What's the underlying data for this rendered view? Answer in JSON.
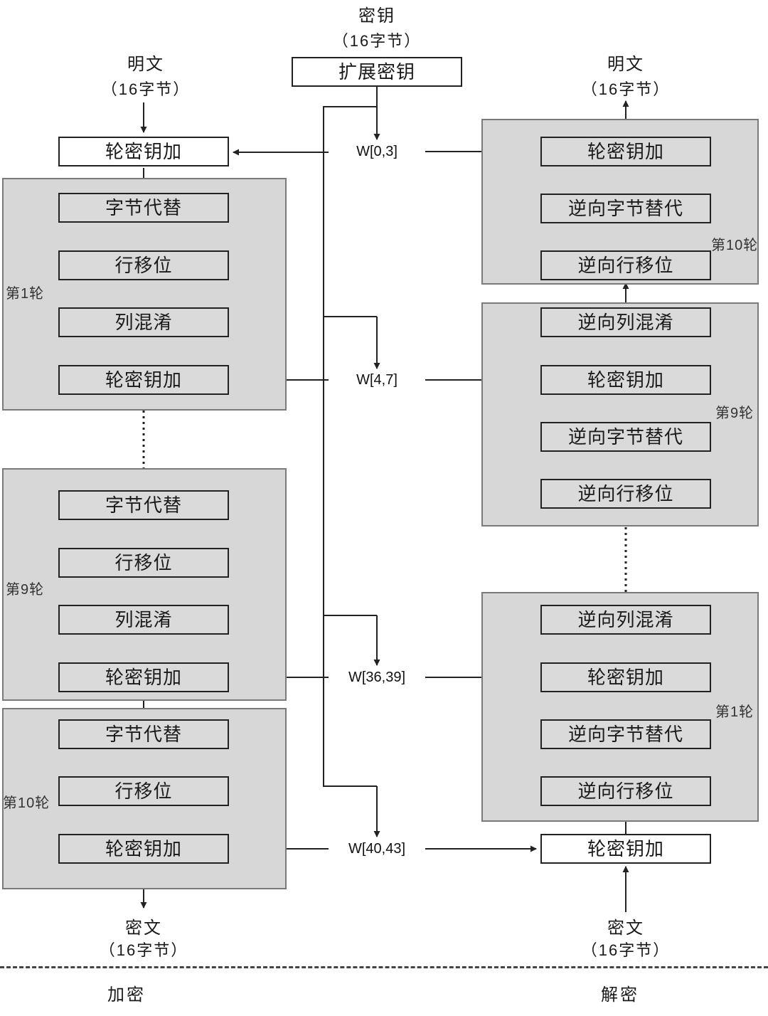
{
  "key_label": {
    "title": "密钥",
    "subtitle": "（16字节）"
  },
  "expand_key_label": "扩展密钥",
  "left": {
    "plaintext": {
      "title": "明文",
      "subtitle": "（16字节）"
    },
    "pre_round": "轮密钥加",
    "rounds": [
      {
        "label": "第1轮",
        "steps": [
          "字节代替",
          "行移位",
          "列混淆",
          "轮密钥加"
        ]
      },
      {
        "label": "第9轮",
        "steps": [
          "字节代替",
          "行移位",
          "列混淆",
          "轮密钥加"
        ]
      },
      {
        "label": "第10轮",
        "steps": [
          "字节代替",
          "行移位",
          "轮密钥加"
        ]
      }
    ],
    "ciphertext": {
      "title": "密文",
      "subtitle": "（16字节）"
    }
  },
  "right": {
    "plaintext": {
      "title": "明文",
      "subtitle": "（16字节）"
    },
    "rounds": [
      {
        "label": "第10轮",
        "steps": [
          "轮密钥加",
          "逆向字节替代",
          "逆向行移位"
        ]
      },
      {
        "label": "第9轮",
        "steps": [
          "逆向列混淆",
          "轮密钥加",
          "逆向字节替代",
          "逆向行移位"
        ]
      },
      {
        "label": "第1轮",
        "steps": [
          "逆向列混淆",
          "轮密钥加",
          "逆向字节替代",
          "逆向行移位"
        ]
      }
    ],
    "final_round": "轮密钥加",
    "ciphertext": {
      "title": "密文",
      "subtitle": "（16字节）"
    }
  },
  "round_keys": [
    "W[0,3]",
    "W[4,7]",
    "W[36,39]",
    "W[40,43]"
  ],
  "footer": {
    "encrypt": "加密",
    "decrypt": "解密"
  }
}
